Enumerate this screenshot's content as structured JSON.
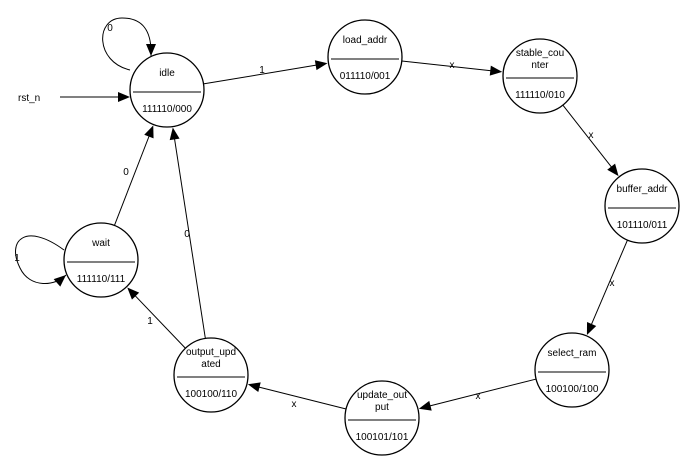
{
  "states": [
    {
      "id": "idle",
      "name_lines": [
        "idle"
      ],
      "output": "111110/000"
    },
    {
      "id": "load_addr",
      "name_lines": [
        "load_addr"
      ],
      "output": "011110/001"
    },
    {
      "id": "stable_counter",
      "name_lines": [
        "stable_cou",
        "nter"
      ],
      "output": "111110/010"
    },
    {
      "id": "buffer_addr",
      "name_lines": [
        "buffer_addr"
      ],
      "output": "101110/011"
    },
    {
      "id": "select_ram",
      "name_lines": [
        "select_ram"
      ],
      "output": "100100/100"
    },
    {
      "id": "update_output",
      "name_lines": [
        "update_out",
        "put"
      ],
      "output": "100101/101"
    },
    {
      "id": "output_updated",
      "name_lines": [
        "output_upd",
        "ated"
      ],
      "output": "100100/110"
    },
    {
      "id": "wait",
      "name_lines": [
        "wait"
      ],
      "output": "111110/111"
    }
  ],
  "reset_input": "rst_n",
  "transitions": [
    {
      "id": "idle-self",
      "from": "idle",
      "to": "idle",
      "label": "0"
    },
    {
      "id": "idle-to-load_addr",
      "from": "idle",
      "to": "load_addr",
      "label": "1"
    },
    {
      "id": "load_addr-to-stable_counter",
      "from": "load_addr",
      "to": "stable_counter",
      "label": "x"
    },
    {
      "id": "stable_counter-to-buffer_addr",
      "from": "stable_counter",
      "to": "buffer_addr",
      "label": "x"
    },
    {
      "id": "buffer_addr-to-select_ram",
      "from": "buffer_addr",
      "to": "select_ram",
      "label": "x"
    },
    {
      "id": "select_ram-to-update_output",
      "from": "select_ram",
      "to": "update_output",
      "label": "x"
    },
    {
      "id": "update_output-to-output_updated",
      "from": "update_output",
      "to": "output_updated",
      "label": "x"
    },
    {
      "id": "output_updated-to-idle",
      "from": "output_updated",
      "to": "idle",
      "label": "0"
    },
    {
      "id": "output_updated-to-wait",
      "from": "output_updated",
      "to": "wait",
      "label": "1"
    },
    {
      "id": "wait-to-idle",
      "from": "wait",
      "to": "idle",
      "label": "0"
    },
    {
      "id": "wait-self",
      "from": "wait",
      "to": "wait",
      "label": "1"
    }
  ]
}
